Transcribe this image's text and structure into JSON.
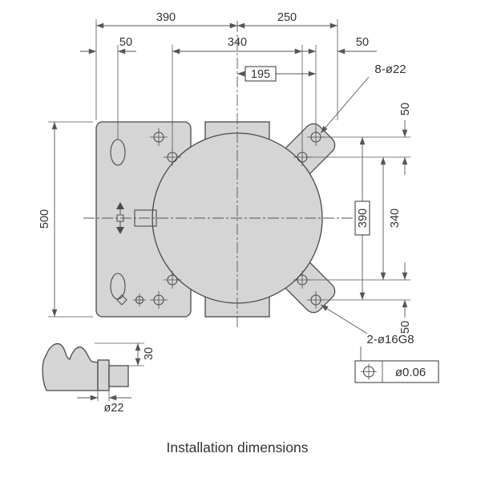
{
  "caption": "Installation dimensions",
  "colors": {
    "part_fill": "#d5d5d5",
    "part_stroke": "#4a4a4a",
    "dim_color": "#555555",
    "text_color": "#333333",
    "bg": "#ffffff"
  },
  "dims": {
    "top_390": "390",
    "top_250": "250",
    "top_50_left": "50",
    "top_340": "340",
    "top_50_right": "50",
    "top_195_boxed": "195",
    "left_500": "500",
    "right_50_top": "50",
    "right_390_boxed": "390",
    "right_340": "340",
    "right_50_bottom": "50",
    "side_30": "30",
    "side_dia": "ø22",
    "holes_label": "8-ø22",
    "pins_label": "2-ø16G8",
    "gdt_tolerance": "ø0.06"
  }
}
